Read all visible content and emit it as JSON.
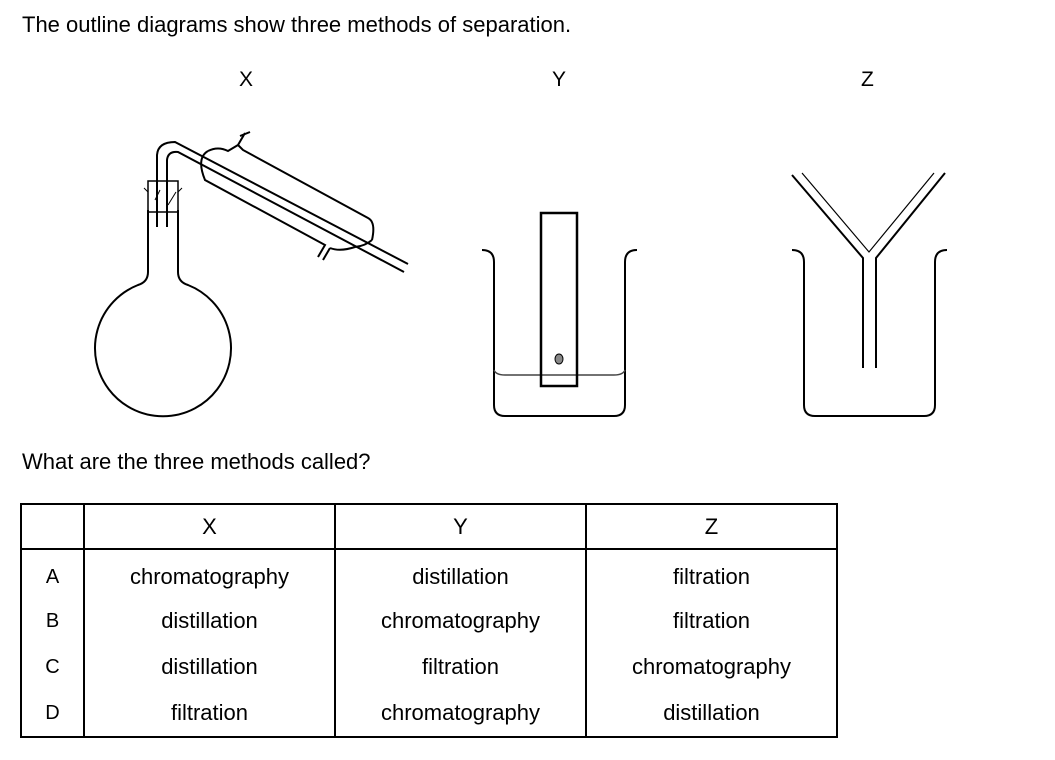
{
  "intro": "The outline diagrams show three methods of separation.",
  "diagram_labels": {
    "x": "X",
    "y": "Y",
    "z": "Z"
  },
  "question": "What are the three methods called?",
  "table": {
    "headers": [
      "",
      "X",
      "Y",
      "Z"
    ],
    "rows": [
      {
        "key": "A",
        "x": "chromatography",
        "y": "distillation",
        "z": "filtration"
      },
      {
        "key": "B",
        "x": "distillation",
        "y": "chromatography",
        "z": "filtration"
      },
      {
        "key": "C",
        "x": "distillation",
        "y": "filtration",
        "z": "chromatography"
      },
      {
        "key": "D",
        "x": "filtration",
        "y": "chromatography",
        "z": "distillation"
      }
    ]
  }
}
